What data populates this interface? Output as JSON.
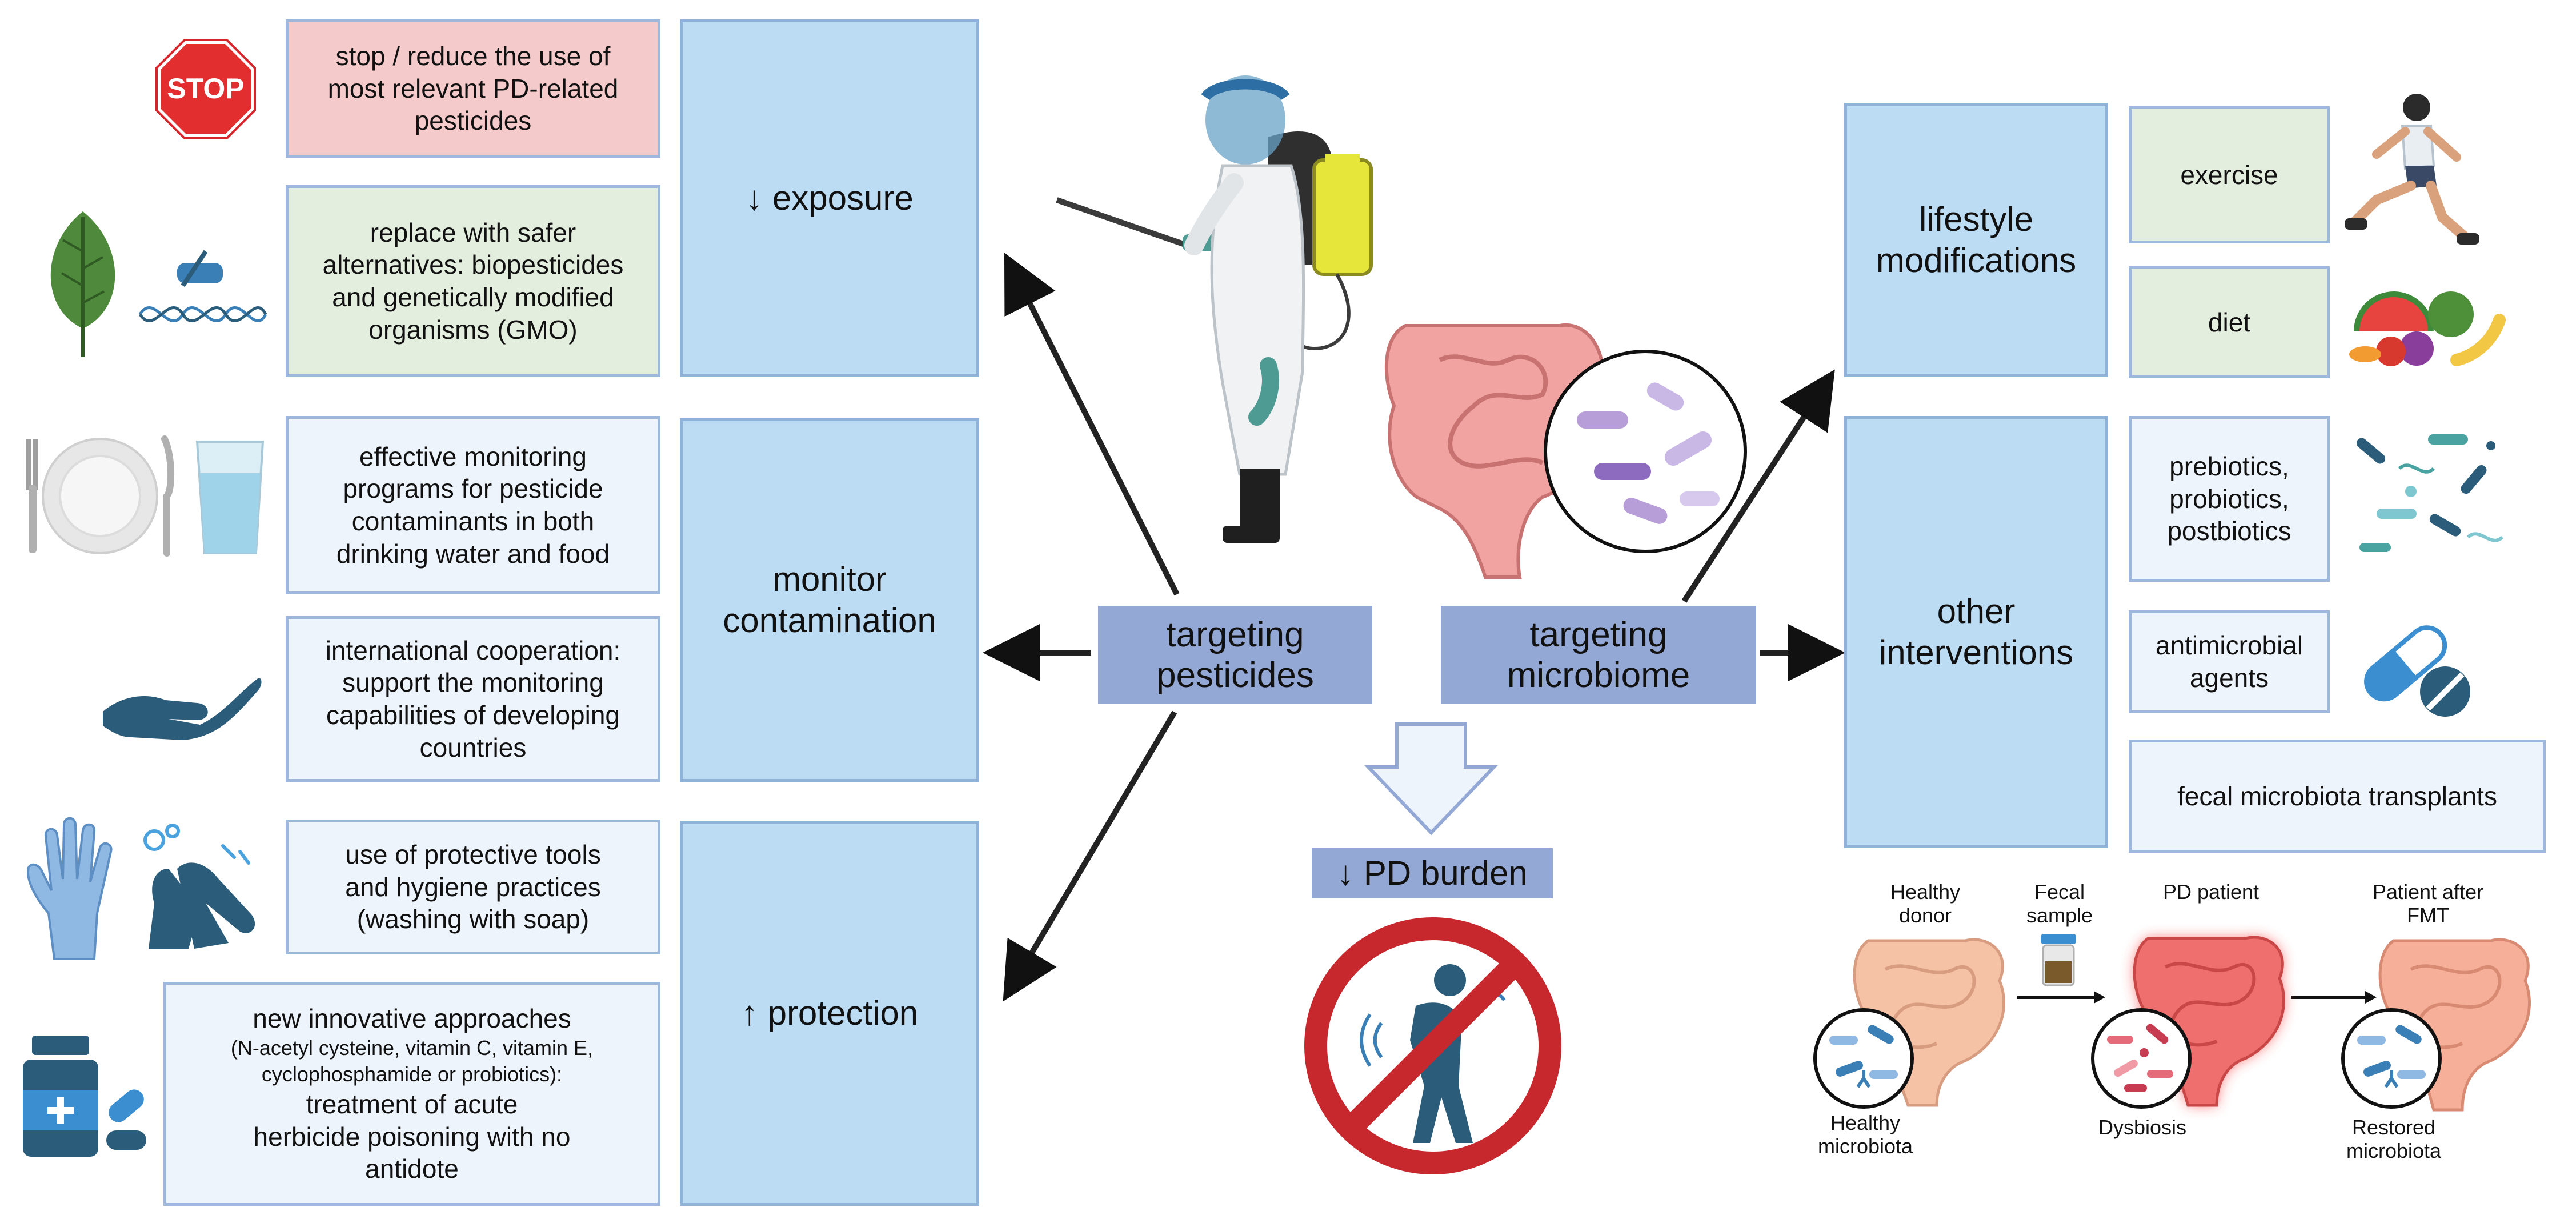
{
  "left": {
    "exposure": {
      "header": "↓ exposure",
      "items": [
        "stop / reduce the use of most relevant PD-related pesticides",
        "replace with safer alternatives: biopesticides and genetically modified organisms (GMO)"
      ]
    },
    "monitor": {
      "header": "monitor contamination",
      "items": [
        "effective monitoring programs for pesticide contaminants in both drinking water and food",
        "international cooperation: support the monitoring capabilities of developing countries"
      ]
    },
    "protection": {
      "header": "↑ protection",
      "items": [
        "use of protective tools and hygiene practices (washing with soap)"
      ],
      "innovative": {
        "line1": "new innovative approaches",
        "line2": "(N-acetyl cysteine, vitamin C, vitamin E, cyclophosphamide or probiotics):",
        "line3": "treatment of acute herbicide poisoning with no antidote"
      }
    }
  },
  "center": {
    "pesticides": "targeting pesticides",
    "microbiome": "targeting microbiome",
    "outcome": "↓ PD burden",
    "stop_sign": "STOP"
  },
  "right": {
    "lifestyle": {
      "header": "lifestyle modifications",
      "items": [
        "exercise",
        "diet"
      ]
    },
    "other": {
      "header": "other interventions",
      "items": [
        "prebiotics, probiotics, postbiotics",
        "antimicrobial agents"
      ],
      "fmt": "fecal microbiota transplants"
    },
    "fmt_panel": {
      "healthy_donor": "Healthy donor",
      "fecal_sample": "Fecal sample",
      "pd_patient": "PD patient",
      "patient_after": "Patient after FMT",
      "healthy_microbiota": "Healthy microbiota",
      "dysbiosis": "Dysbiosis",
      "restored_microbiota": "Restored microbiota"
    }
  },
  "colors": {
    "header_box": "#bcdcf3",
    "item_box": "#eef4fb",
    "green_box": "#e4eedf",
    "red_box": "#f5caca",
    "hub": "#94a8d6",
    "icon_dark": "#2b5c7a"
  }
}
